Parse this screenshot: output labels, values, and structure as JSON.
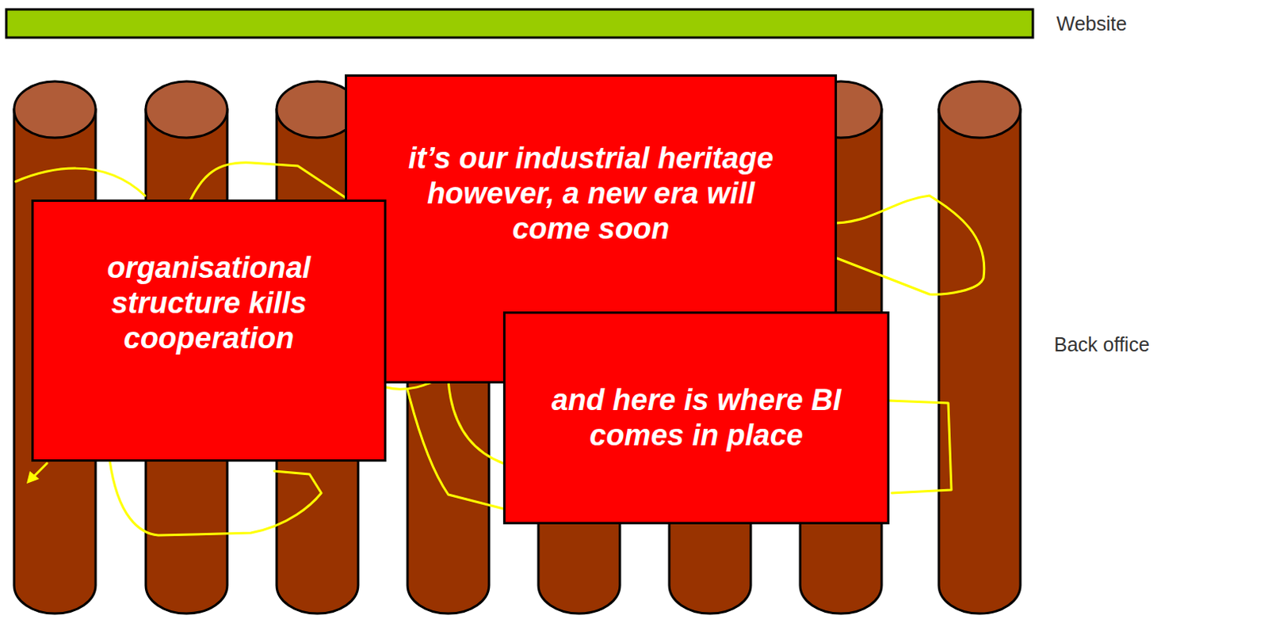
{
  "diagram": {
    "nodes": [
      {
        "text": [
          "it’s our industrial heritage",
          "however, a new era will come soon"
        ]
      },
      {
        "text": [
          "organisational structure kills cooperation"
        ]
      },
      {
        "text": [
          "and here is where BI comes in place"
        ]
      }
    ],
    "labels": [
      "Website",
      "Back office"
    ]
  }
}
